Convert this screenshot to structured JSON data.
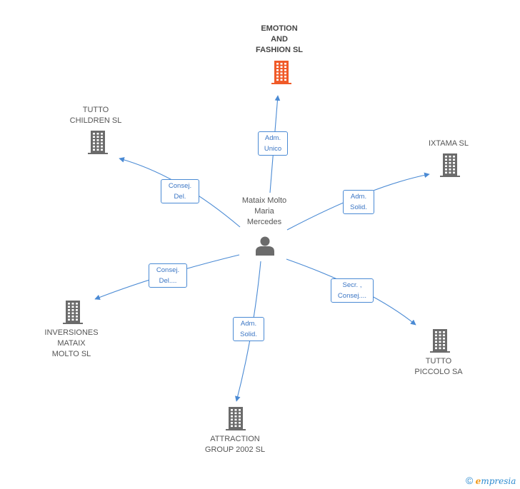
{
  "center": {
    "name": "Mataix Molto\nMaria\nMercedes",
    "icon": "person-icon"
  },
  "nodes": [
    {
      "id": "emotion",
      "label": "EMOTION\nAND\nFASHION SL",
      "icon": "building-icon",
      "color": "#f05a28",
      "focus": true
    },
    {
      "id": "tutto-children",
      "label": "TUTTO\nCHILDREN SL",
      "icon": "building-icon",
      "color": "#6b6b6b"
    },
    {
      "id": "ixtama",
      "label": "IXTAMA SL",
      "icon": "building-icon",
      "color": "#6b6b6b"
    },
    {
      "id": "inversiones",
      "label": "INVERSIONES\nMATAIX\nMOLTO SL",
      "icon": "building-icon",
      "color": "#6b6b6b"
    },
    {
      "id": "tutto-piccolo",
      "label": "TUTTO\nPICCOLO SA",
      "icon": "building-icon",
      "color": "#6b6b6b"
    },
    {
      "id": "attraction",
      "label": "ATTRACTION\nGROUP 2002 SL",
      "icon": "building-icon",
      "color": "#6b6b6b"
    }
  ],
  "edges": [
    {
      "to": "emotion",
      "role": "Adm.\nUnico"
    },
    {
      "to": "tutto-children",
      "role": "Consej.\nDel."
    },
    {
      "to": "ixtama",
      "role": "Adm.\nSolid."
    },
    {
      "to": "inversiones",
      "role": "Consej.\nDel...."
    },
    {
      "to": "tutto-piccolo",
      "role": "Secr. ,\nConsej...."
    },
    {
      "to": "attraction",
      "role": "Adm.\nSolid."
    }
  ],
  "colors": {
    "edge": "#4a8ad4",
    "building": "#6b6b6b",
    "focus_building": "#f05a28",
    "person": "#6b6b6b"
  },
  "footer": {
    "copyright": "©",
    "brand_e": "e",
    "brand_rest": "mpresia"
  }
}
